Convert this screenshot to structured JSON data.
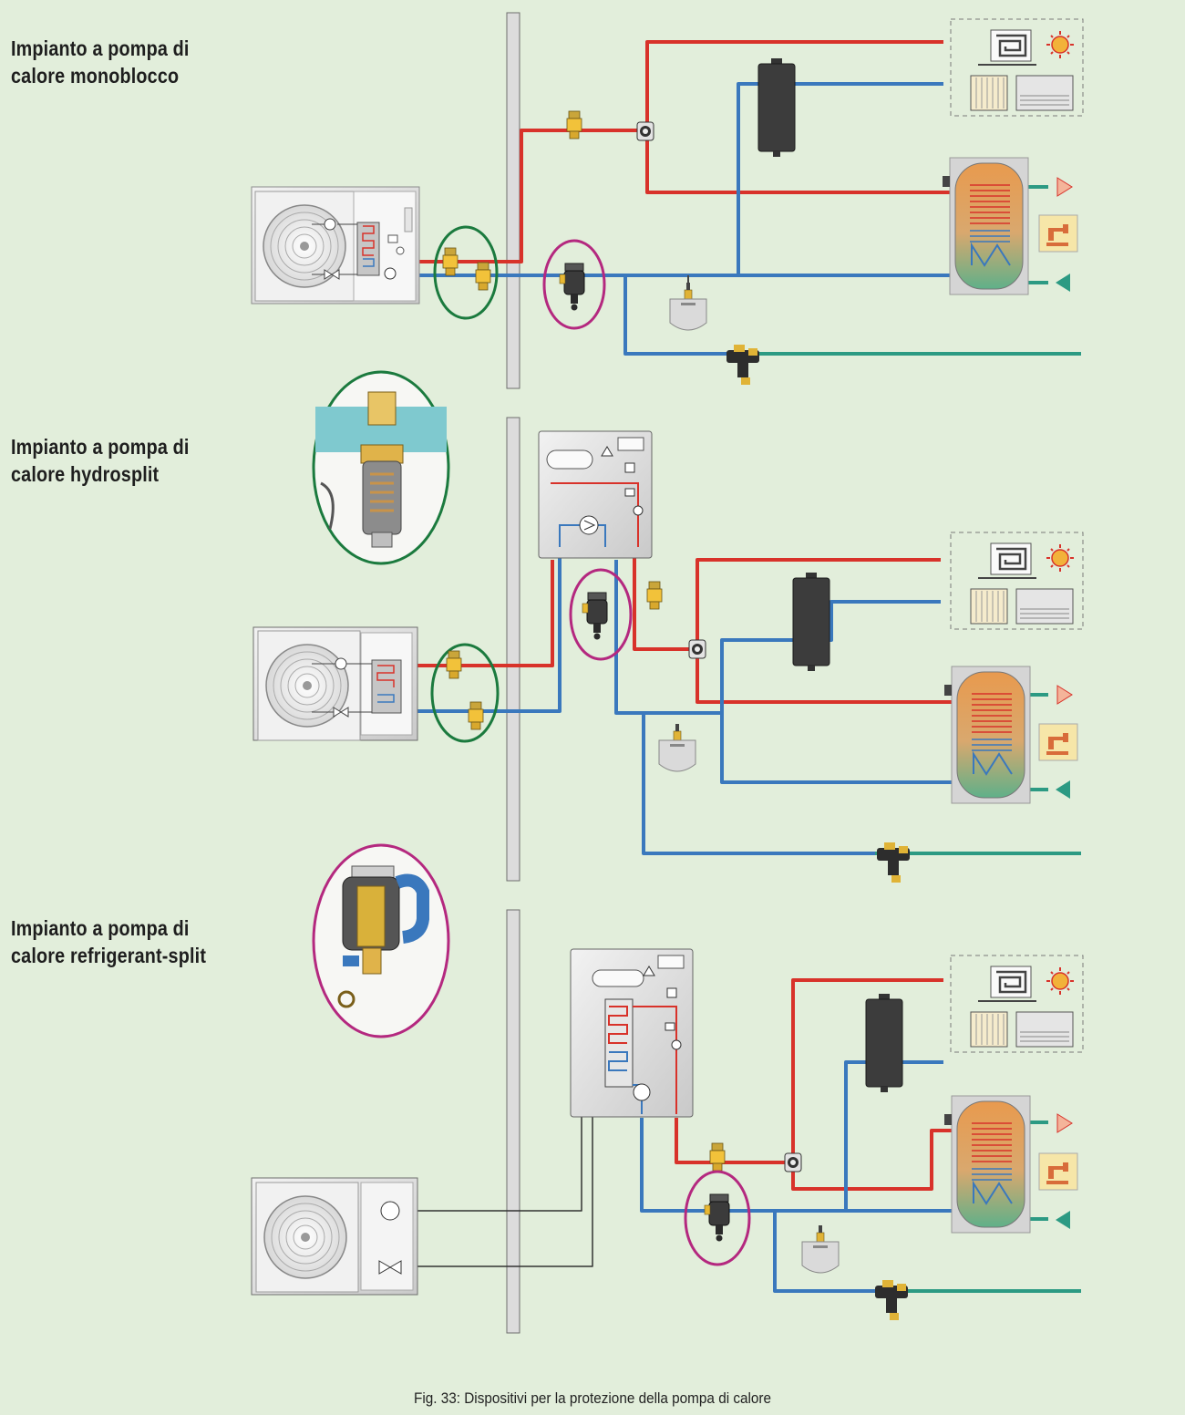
{
  "systems": [
    {
      "title_line1": "Impianto a pompa di",
      "title_line2": "calore monoblocco"
    },
    {
      "title_line1": "Impianto a pompa di",
      "title_line2": "calore hydrosplit"
    },
    {
      "title_line1": "Impianto a pompa di",
      "title_line2": "calore refrigerant-split"
    }
  ],
  "caption": "Fig. 33: Dispositivi per la protezione della pompa di calore",
  "colors": {
    "background": "#e2eedb",
    "hot_pipe": "#d8322a",
    "cold_pipe": "#3a78bd",
    "supply_pipe": "#2c9a83",
    "highlight_green": "#1b7a3e",
    "highlight_magenta": "#b4287f"
  },
  "icons": [
    "fan-icon",
    "pump-icon",
    "valve-icon",
    "dirt-separator-icon",
    "hydraulic-separator-icon",
    "expansion-vessel-icon",
    "boiler-icon",
    "radiator-icon",
    "floor-heating-icon",
    "sun-icon",
    "tap-icon",
    "mixing-valve-icon",
    "filling-unit-icon"
  ]
}
